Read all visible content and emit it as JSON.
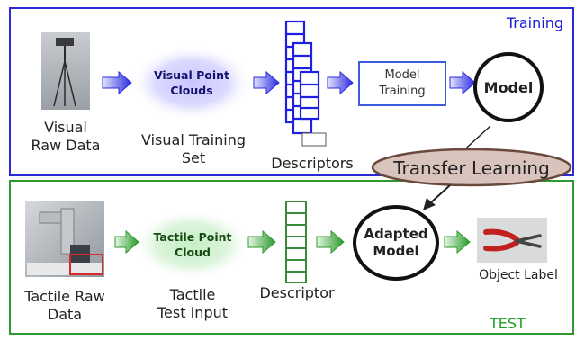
{
  "training": {
    "panel_label": "Training",
    "visual_raw_data": "Visual\nRaw Data",
    "cloud_label": "Visual Point\nClouds",
    "cloud_caption": "Visual Training\nSet",
    "descriptors_label": "Descriptors",
    "model_training_label": "Model\nTraining",
    "model_label": "Model"
  },
  "transfer": {
    "label": "Transfer Learning"
  },
  "test": {
    "panel_label": "TEST",
    "tactile_raw_data": "Tactile Raw\nData",
    "cloud_label": "Tactile Point\nCloud",
    "cloud_caption": "Tactile\nTest Input",
    "descriptor_label": "Descriptor",
    "adapted_model_label": "Adapted\nModel",
    "object_label": "Object Label"
  },
  "colors": {
    "training_border": "#2b2bd6",
    "test_border": "#2e9a2e",
    "ellipse_fill": "#d9c4bd",
    "ellipse_border": "#6b4a3c"
  }
}
